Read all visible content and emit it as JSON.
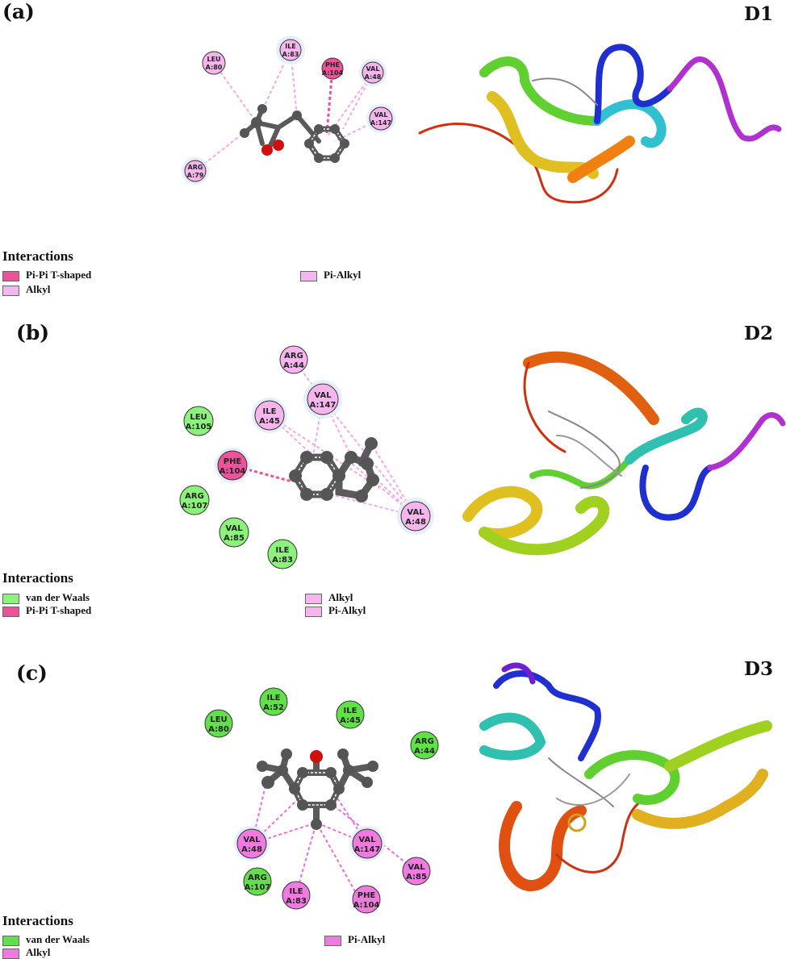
{
  "colors": {
    "pi_pi_t_shaped": "#f0519b",
    "alkyl": "#f7b5ee",
    "pi_alkyl": "#f7b5ee",
    "van_der_waals": "#8cf27c",
    "pi_alkyl_c": "#f07be0",
    "alkyl_c": "#f07be0",
    "vdw_c": "#62e04a",
    "atom_carbon": "#555555",
    "atom_oxygen": "#d01010"
  },
  "panels": [
    {
      "label": "(a)",
      "docking_label": "D1",
      "legend": {
        "title": "Interactions",
        "items": [
          "Pi-Pi T-shaped",
          "Alkyl",
          "Pi-Alkyl"
        ]
      },
      "residues": [
        {
          "name": "LEU",
          "id": "A:80"
        },
        {
          "name": "ILE",
          "id": "A:83"
        },
        {
          "name": "PHE",
          "id": "A:104"
        },
        {
          "name": "VAL",
          "id": "A:48"
        },
        {
          "name": "VAL",
          "id": "A:147"
        },
        {
          "name": "ARG",
          "id": "A:79"
        }
      ]
    },
    {
      "label": "(b)",
      "docking_label": "D2",
      "legend": {
        "title": "Interactions",
        "items": [
          "van der Waals",
          "Pi-Pi T-shaped",
          "Alkyl",
          "Pi-Alkyl"
        ]
      },
      "residues": [
        {
          "name": "ARG",
          "id": "A:44"
        },
        {
          "name": "VAL",
          "id": "A:147"
        },
        {
          "name": "ILE",
          "id": "A:45"
        },
        {
          "name": "LEU",
          "id": "A:105"
        },
        {
          "name": "PHE",
          "id": "A:104"
        },
        {
          "name": "ARG",
          "id": "A:107"
        },
        {
          "name": "VAL",
          "id": "A:85"
        },
        {
          "name": "ILE",
          "id": "A:83"
        },
        {
          "name": "VAL",
          "id": "A:48"
        }
      ]
    },
    {
      "label": "(c)",
      "docking_label": "D3",
      "legend": {
        "title": "Interactions",
        "items": [
          "van der Waals",
          "Alkyl",
          "Pi-Alkyl"
        ]
      },
      "residues": [
        {
          "name": "ILE",
          "id": "A:52"
        },
        {
          "name": "LEU",
          "id": "A:80"
        },
        {
          "name": "ILE",
          "id": "A:45"
        },
        {
          "name": "ARG",
          "id": "A:44"
        },
        {
          "name": "VAL",
          "id": "A:48"
        },
        {
          "name": "VAL",
          "id": "A:147"
        },
        {
          "name": "VAL",
          "id": "A:85"
        },
        {
          "name": "ARG",
          "id": "A:107"
        },
        {
          "name": "ILE",
          "id": "A:83"
        },
        {
          "name": "PHE",
          "id": "A:104"
        }
      ]
    }
  ]
}
